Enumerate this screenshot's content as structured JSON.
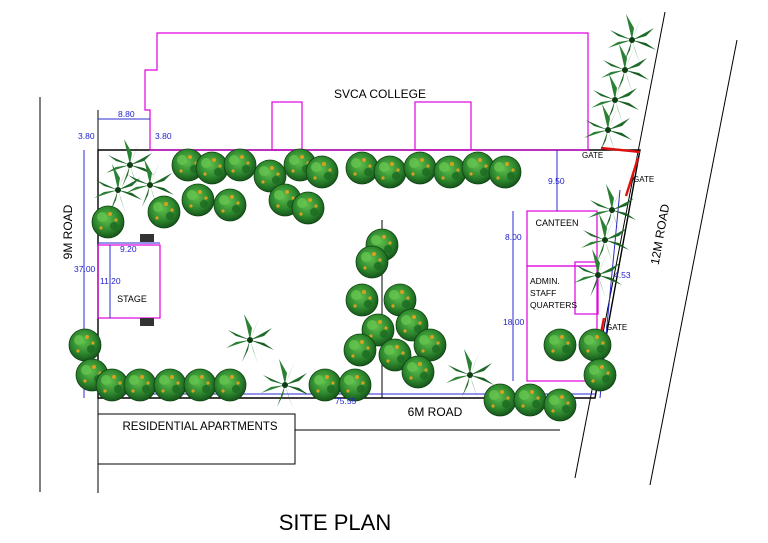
{
  "labels": {
    "college": "SVCA COLLEGE",
    "road_9m": "9M ROAD",
    "road_12m": "12M ROAD",
    "road_6m": "6M ROAD",
    "residential": "RESIDENTIAL APARTMENTS",
    "stage": "STAGE",
    "canteen": "CANTEEN",
    "admin_line1": "ADMIN.",
    "admin_line2": "STAFF",
    "admin_line3": "QUARTERS",
    "gate_top": "GATE",
    "gate_mid": "GATE",
    "gate_right": "GATE",
    "title": "SITE PLAN"
  },
  "dimensions": {
    "d_8_80": "8.80",
    "d_3_80_left": "3.80",
    "d_3_80_right": "3.80",
    "d_9_20": "9.20",
    "d_37_00": "37.00",
    "d_11_20": "11.20",
    "d_9_50": "9.50",
    "d_8_00": "8.00",
    "d_18_00": "18.00",
    "d_75_55": "75.55",
    "d_right_small": "4.53"
  },
  "colors": {
    "boundary": "#000000",
    "building_outline": "#e000e0",
    "dimension": "#2a2ad0",
    "gate": "#e01010",
    "shrub": "#2f8a2f",
    "palm": "#1f6b2a"
  }
}
